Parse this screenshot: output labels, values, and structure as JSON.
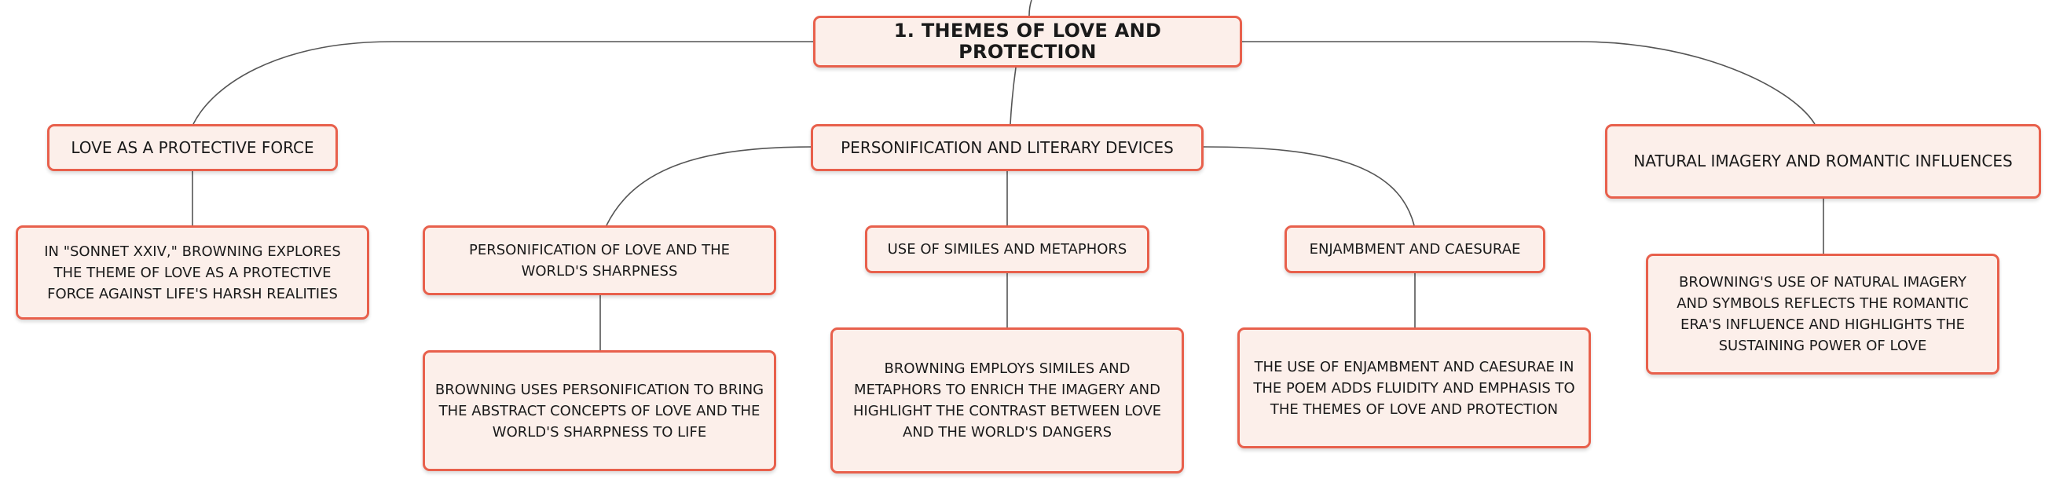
{
  "root": {
    "label": "1. THEMES OF LOVE AND PROTECTION"
  },
  "topics": {
    "love_protective": {
      "label": "LOVE AS A PROTECTIVE FORCE",
      "detail": "IN \"SONNET XXIV,\" BROWNING EXPLORES THE THEME OF LOVE AS A PROTECTIVE FORCE AGAINST LIFE'S HARSH REALITIES"
    },
    "personification_devices": {
      "label": "PERSONIFICATION AND LITERARY DEVICES",
      "subtopics": [
        {
          "label": "PERSONIFICATION OF LOVE AND THE WORLD'S SHARPNESS",
          "detail": "BROWNING USES PERSONIFICATION TO BRING THE ABSTRACT CONCEPTS OF LOVE AND THE WORLD'S SHARPNESS TO LIFE"
        },
        {
          "label": "USE OF SIMILES AND METAPHORS",
          "detail": "BROWNING EMPLOYS SIMILES AND METAPHORS TO ENRICH THE IMAGERY AND HIGHLIGHT THE CONTRAST BETWEEN LOVE AND THE WORLD'S DANGERS"
        },
        {
          "label": "ENJAMBMENT AND CAESURAE",
          "detail": "THE USE OF ENJAMBMENT AND CAESURAE IN THE POEM ADDS FLUIDITY AND EMPHASIS TO THE THEMES OF LOVE AND PROTECTION"
        }
      ]
    },
    "natural_imagery": {
      "label": "NATURAL IMAGERY AND ROMANTIC INFLUENCES",
      "detail": "BROWNING'S USE OF NATURAL IMAGERY AND SYMBOLS REFLECTS THE ROMANTIC ERA'S INFLUENCE AND HIGHLIGHTS THE SUSTAINING POWER OF LOVE"
    }
  },
  "colors": {
    "node_border": "#e8604c",
    "node_fill": "#fcefea",
    "connector": "#555555"
  }
}
